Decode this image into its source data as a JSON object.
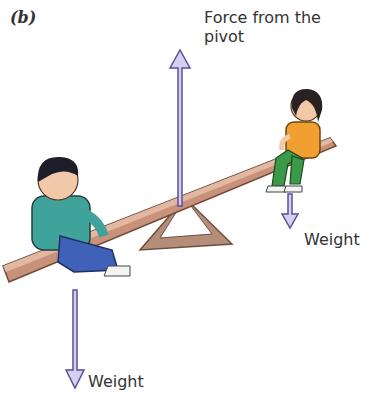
{
  "diagram": {
    "labels": [
      "(b)",
      "Force from the pivot",
      "Weight",
      "Weight"
    ]
  }
}
